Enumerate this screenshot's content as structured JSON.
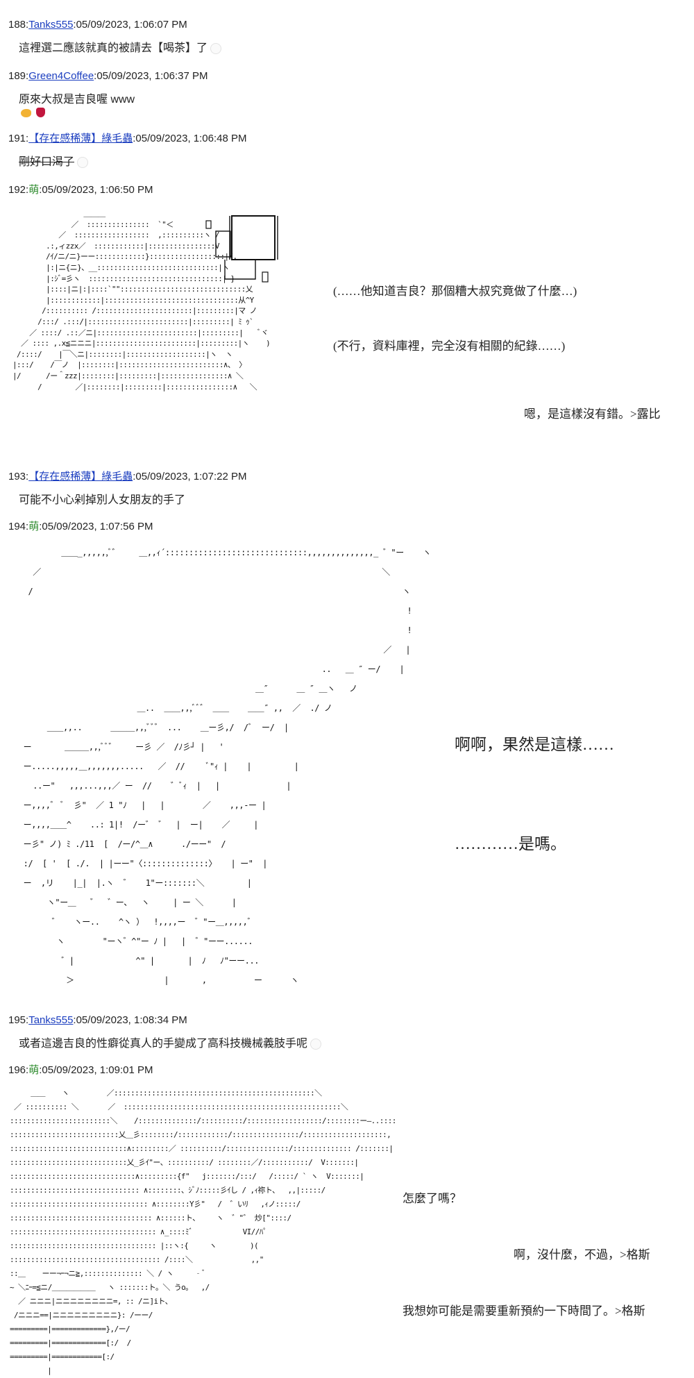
{
  "posts": [
    {
      "number": "188:",
      "author": "Tanks555",
      "author_style": "link",
      "timestamp": ":05/09/2023, 1:06:07 PM",
      "body": "這裡選二應該就真的被請去【喝茶】了",
      "has_smiley": true
    },
    {
      "number": "189:",
      "author": "Green4Coffee",
      "author_style": "link",
      "timestamp": ":05/09/2023, 1:06:37 PM",
      "body": "原來大叔是吉良喔 www",
      "emojis": [
        "pointing-hand-emoji",
        "tongue-emoji"
      ]
    },
    {
      "number": "191:",
      "author": "【存在感稀薄】綠毛蟲",
      "author_style": "link",
      "timestamp": ":05/09/2023, 1:06:48 PM",
      "body": "剛好口渴了",
      "body_style": "strikethrough",
      "has_smiley": true
    },
    {
      "number": "192:",
      "author": "萌",
      "author_style": "green",
      "timestamp": ":05/09/2023, 1:06:50 PM",
      "dialog": [
        "(……他知道吉良？那個糟大叔究竟做了什麼…)",
        "(不行，資料庫裡，完全沒有相關的紀錄……)",
        "嗯，是這樣沒有錯。>露比"
      ]
    },
    {
      "number": "193:",
      "author": "【存在感稀薄】綠毛蟲",
      "author_style": "link",
      "timestamp": ":05/09/2023, 1:07:22 PM",
      "body": "可能不小心剁掉別人女朋友的手了"
    },
    {
      "number": "194:",
      "author": "萌",
      "author_style": "green",
      "timestamp": ":05/09/2023, 1:07:56 PM",
      "dialog": [
        "啊啊，果然是這樣……",
        "…………是嗎。"
      ]
    },
    {
      "number": "195:",
      "author": "Tanks555",
      "author_style": "link",
      "timestamp": ":05/09/2023, 1:08:34 PM",
      "body": "或者這邊吉良的性癖從真人的手變成了高科技機械義肢手呢",
      "has_smiley": true
    },
    {
      "number": "196:",
      "author": "萌",
      "author_style": "green",
      "timestamp": ":05/09/2023, 1:09:01 PM",
      "dialog": [
        "怎麼了嗎？",
        "啊，沒什麼，不過，>格斯",
        "我想妳可能是需要重新預約一下時間了。>格斯"
      ]
    }
  ],
  "ascii_art": {
    "art_192": "                 ＿＿＿\n              ／  :::::::::::::::  `\"＜\n           ／  ::::::::::::::::::  ,::::::::::ヽ /\n        .:,ィzzx／  ::::::::::::|::::::::::::::::V\n        /ｲ/ニ/ニ}ーー::::::::::::}::::::::::::::::::|/.\n        |:|ニ{ニ}、__:::::::::::::::::::::::::::::|ヽ\n        |:ｼﾞ=彡ヽ  ::::::::::::::::::::::::::::::::| }\n        |::::|ニ|:|::::`\"\"::::::::::::::::::::::::::::::乂\n        |::::::::::::|::::::::::::::::::::::::::::::::从^Y\n       /:::::::::: /:::::::::::::::::::::::|:::::::::|マ ノ\n      /:::/ .:::/|::::::::::::::::::::::::|:::::::::| ﾐ ｩ`\n    ／ ::::/ .::／ニ|::::::::::::::::::::::::|:::::::::|    ﾞヾ\n  ／ :::: ,.x≦ニニニ|::::::::::::::::::::::::|:::::::::|ヽ    )\n /::::/    |￣＼ニ|::::::::|:::::::::::::::::::|ヽ  ヽ\n|:::/    /￣ノ  |::::::::|:::::::::::::::::::::::::∧、 〉\n|/      /ー＾zzz|::::::::|:::::::::|::::::::::::::::∧ ＼\n      /        ／|::::::::|:::::::::|::::::::::::::::∧   ＼",
    "art_194": "          ＿＿_,,,,,,ﾞ゛    ＿,,ｨ´::::::::::::::::::::::::::::::,,,,,,,,,,,,,,_ ゛\"ー    ヽ\n    ／                                                                        ＼\n   /                                                                              ヽ\n                                                                                   !\n                                                                                   !\n                                                                              ／   |\n                                                                 ..   ＿ ″ ー/    |\n                                                   ＿″      ＿ ″ ＿ヽ   ノ\n                          ＿..  ＿＿,,,ﾞﾞ゛ ＿＿    ＿＿″ ,,  ／  ./ ノ\n       ＿＿,,..      ＿＿＿,,,ﾞﾞ゛ ...    ＿ー彡,/  /ﾞ  ー/  |\n  ー       ＿＿＿,,,ﾞﾞ゛    ー彡 ／  /ﾉ彡┘ |   '\n  ー.....,,,,,＿,,,,,,,.....   ／  //     ﾞ\"ｨ |    |         |\n    ..ー\"   ,,,...,,,／ ー  //    ゛ﾞｨ  |   |              |\n  ー,,,,゛ ﾞ  彡\"  ／ 1 \"ﾉ   |   |        ／    ,,,-ー |\n  ー,,,,＿＿^    ..: 1|!  /ー゛ ゛  |  ー|    ／     |\n  ー彡\" ノ) ﾐ ./11  [  /ー/^＿∧      ./ーー\"  /\n  :/  [ '  [ ./.  | |ーー\"〈::::::::::::::〉   | ー\"  |\n  ー  ,リ    |_|  |.ヽ  ゛   1\"ー:::::::＼         |\n       ヽ\"ー＿   ゛  ゛ー、  ヽ     | ー ＼      |\n        ゛   ヽー..    ^ヽ ）  !,,,,ー  ゛\"ー＿,,,,,゛\n         ヽ        \"ーヽ゛^\"ー ﾉ |   |  ゛\"ーー......\n          ゛|             ^\" |       |  ﾉ   ﾉ\"ーー...\n           ＞                   |       ,          ー      ヽ",
    "art_196": "     ＿＿    ヽ         ／::::::::::::::::::::::::::::::::::::::::::::::::＼\n ／ :::::::::: ＼       ／  ::::::::::::::::::::::::::::::::::::::::::::::::::::＼\n::::::::::::::::::::::::＼    /::::::::::::::/::::::::::/::::::::::::::::::/::::::::ー―..::::\n::::::::::::::::::::::::::乂＿彡::::::::/::::::::::::/::::::::::::::::/::::::::::::::::::::,\n::::::::::::::::::::::::::::∧:::::::::／ ::::::::::/:::::::::::::::/:::::::::::::: /:::::::|\n::::::::::::::::::::::::::::乂_彡ｲ\"ー、::::::::::/ ::::::::／/:::::::::::/  V:::::::|\n::::::::::::::::::::::::::::::∧:::::::::{f\"   j:::::::/:::/   /:::::/ ` ヽ  V:::::::|\n::::::::::::::::::::::::::::::: ∧::::::::、ｼﾞﾉ:::::彡ｲし / ,ｨ祢ト、  ,,|:::::/\n::::::::::::::::::::::::::::::::: ∧::::::::Y彡\"   /  ゛いﾘ   ,ｨノ:::::/\n:::::::::::::::::::::::::::::::::: ∧::::::ト、    ヽ  ゛\"゛ 炒[\"::::/\n::::::::::::::::::::::::::::::::::: ∧_::::ﾐﾞ            VI//ﾊﾟ\n::::::::::::::::::::::::::::::::::: |::ヽ:{     ヽ        )(\n:::::::::::::::::::::::::::::::::::: /::::＼              ,,\"\n::＿    ーー¬ｰ¬ニ≧,:::::::::::::: ＼ / ヽ     ‐ﾞ\n~ ＼ﾆｰ=≦ニ/＿＿＿＿＿＿   ヽ :::::::ト。＼ うo。  ,/\n  ／ ニニニ|ニニニニニニニニ=, :: /ニ]iト、\n /ニニニ==|ニニニニニニニニニ}: /ーー/\n=========|=============},/ー/\n=========|=============[:/  /\n=========|============[:/\n         |"
  },
  "colors": {
    "link": "#1a3dbf",
    "author_green": "#2e8b2e",
    "text": "#222222",
    "background": "#ffffff"
  }
}
